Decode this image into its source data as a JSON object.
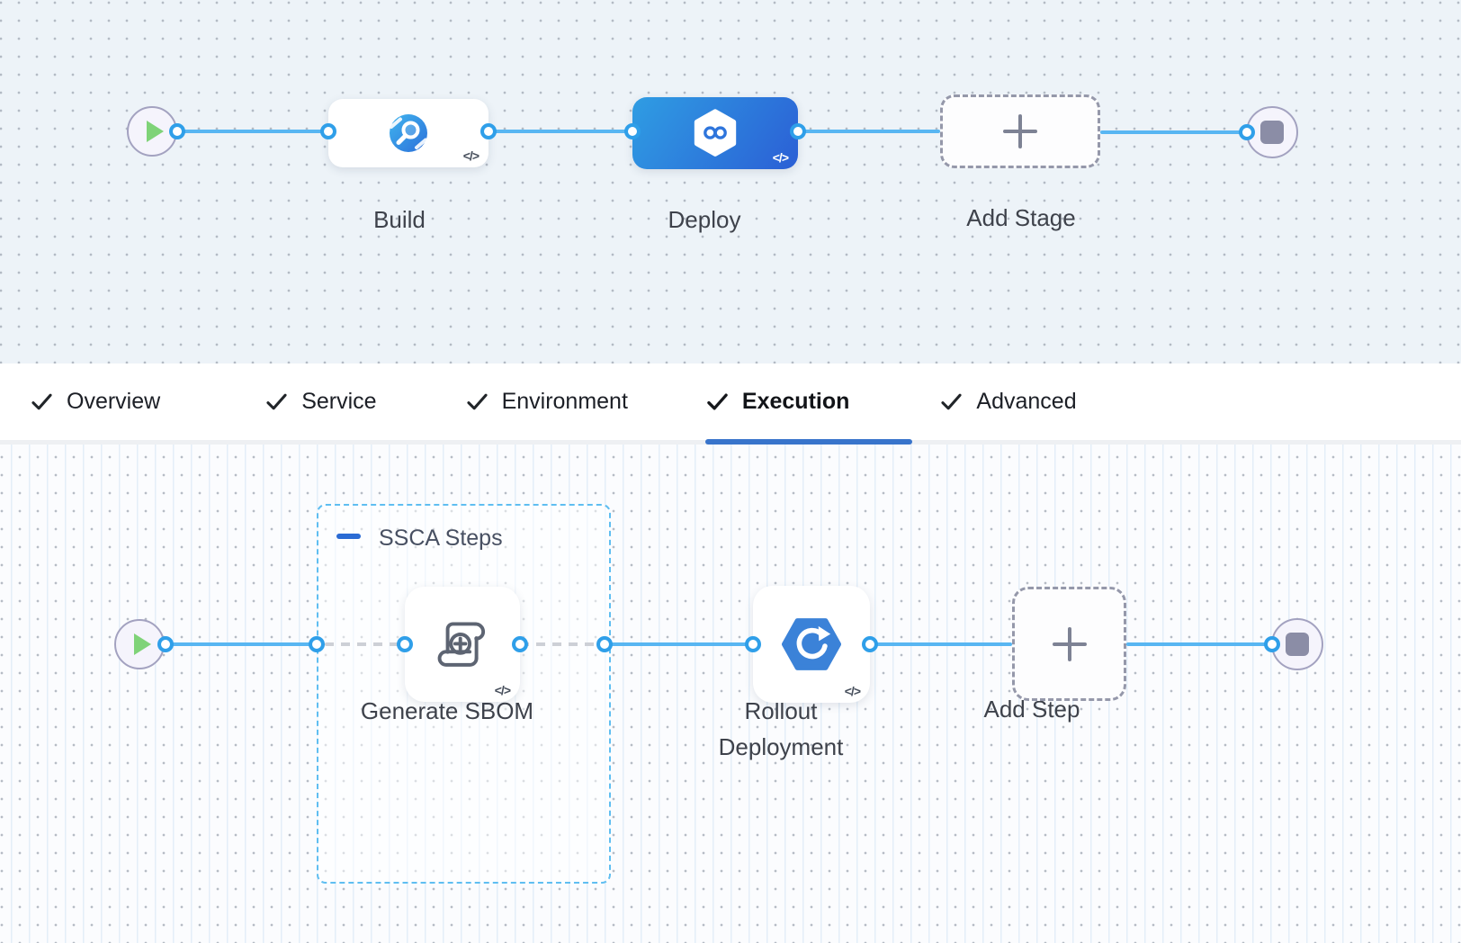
{
  "stage_flow": {
    "build_label": "Build",
    "deploy_label": "Deploy",
    "add_stage_label": "Add Stage",
    "code_glyph": "</>"
  },
  "tabs": {
    "overview": "Overview",
    "service": "Service",
    "environment": "Environment",
    "execution": "Execution",
    "advanced": "Advanced"
  },
  "execution_flow": {
    "group_label": "SSCA Steps",
    "generate_sbom_label": "Generate SBOM",
    "rollout_label": "Rollout Deployment",
    "add_step_label": "Add Step",
    "code_glyph": "</>"
  },
  "colors": {
    "edge_blue": "#58b6f2",
    "port_ring": "#2f9fe9",
    "selected_stage_start": "#2f9de3",
    "selected_stage_end": "#2b62d6",
    "tab_underline": "#3874cb",
    "group_border": "#5fbef1",
    "canvas_top_bg": "#edf3f8",
    "canvas_bottom_bg": "#fbfcfe"
  }
}
